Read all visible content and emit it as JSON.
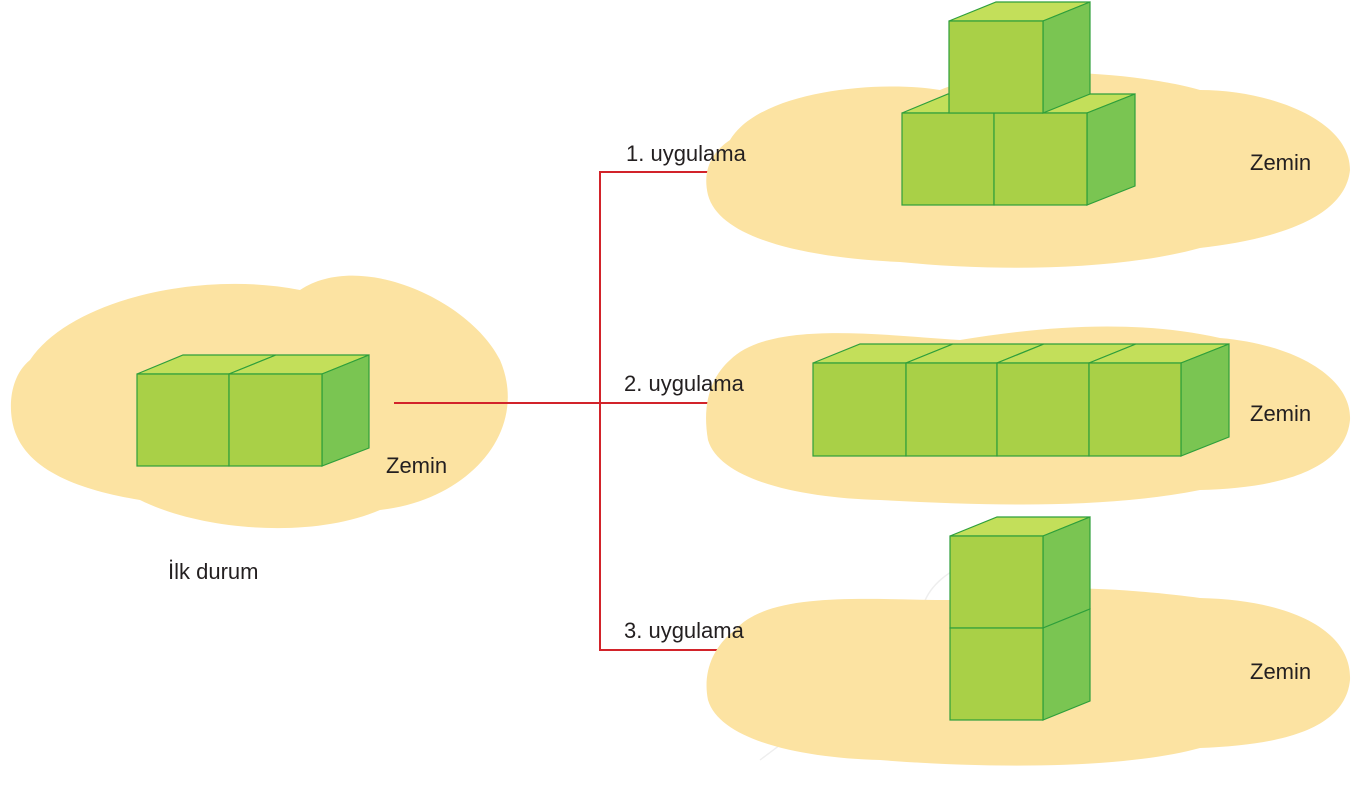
{
  "colors": {
    "ground": "#fce3a2",
    "cube_front": "#a9d047",
    "cube_top": "#c3df5a",
    "cube_side": "#7ac552",
    "cube_edge": "#2e9f3b",
    "arrow": "#d2232a"
  },
  "initial": {
    "caption": "İlk durum",
    "ground_label": "Zemin"
  },
  "applications": [
    {
      "label": "1. uygulama",
      "ground_label": "Zemin"
    },
    {
      "label": "2. uygulama",
      "ground_label": "Zemin"
    },
    {
      "label": "3. uygulama",
      "ground_label": "Zemin"
    }
  ]
}
